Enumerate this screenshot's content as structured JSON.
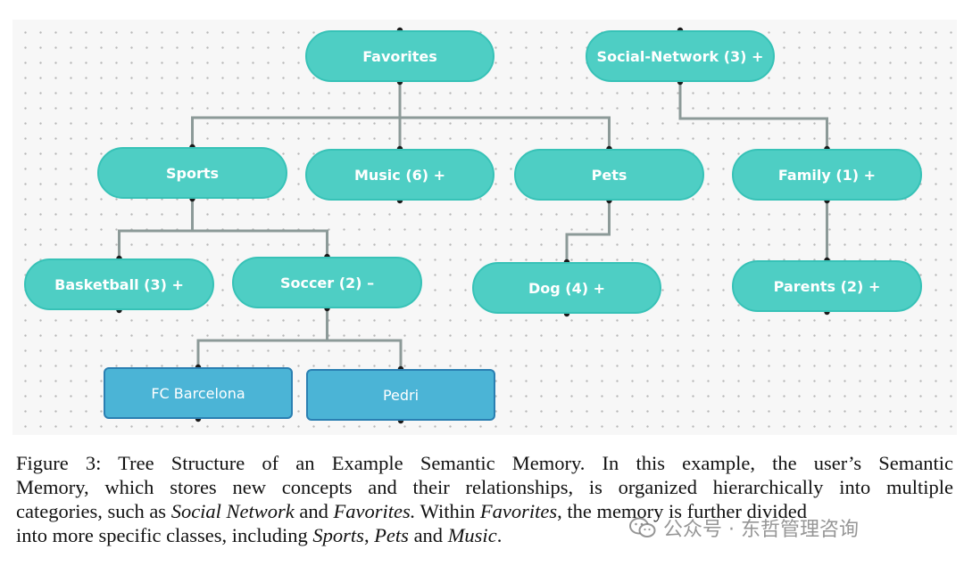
{
  "diagram": {
    "nodes": [
      {
        "id": "favorites",
        "label": "Favorites"
      },
      {
        "id": "social-network",
        "label": "Social-Network (3) +"
      },
      {
        "id": "sports",
        "label": "Sports"
      },
      {
        "id": "music",
        "label": "Music (6) +"
      },
      {
        "id": "pets",
        "label": "Pets"
      },
      {
        "id": "family",
        "label": "Family (1) +"
      },
      {
        "id": "basketball",
        "label": "Basketball (3) +"
      },
      {
        "id": "soccer",
        "label": "Soccer (2) –"
      },
      {
        "id": "dog",
        "label": "Dog (4) +"
      },
      {
        "id": "parents",
        "label": "Parents (2) +"
      },
      {
        "id": "fc-barcelona",
        "label": "FC Barcelona"
      },
      {
        "id": "pedri",
        "label": "Pedri"
      }
    ],
    "edges": [
      [
        "favorites",
        "sports"
      ],
      [
        "favorites",
        "music"
      ],
      [
        "favorites",
        "pets"
      ],
      [
        "social-network",
        "family"
      ],
      [
        "sports",
        "basketball"
      ],
      [
        "sports",
        "soccer"
      ],
      [
        "pets",
        "dog"
      ],
      [
        "family",
        "parents"
      ],
      [
        "soccer",
        "fc-barcelona"
      ],
      [
        "soccer",
        "pedri"
      ]
    ],
    "colors": {
      "node": "#4ecec4",
      "leaf": "#4bb4d6",
      "edge": "#8c9a98"
    }
  },
  "caption": {
    "line1": "Figure 3: Tree Structure of an Example Semantic Memory.  In this example, the user’s Semantic",
    "line2": "Memory, which stores new concepts and their relationships, is organized hierarchically into multiple",
    "line3_a": "categories, such as ",
    "line3_b": "Social Network",
    "line3_c": " and ",
    "line3_d": "Favorites.",
    "line3_e": " Within ",
    "line3_f": "Favorites",
    "line3_g": ", the memory is further divided",
    "line4_a": "into more specific classes, including ",
    "line4_b": "Sports",
    "line4_c": ", ",
    "line4_d": "Pets",
    "line4_e": " and ",
    "line4_f": "Music",
    "line4_g": "."
  },
  "watermark": {
    "text": "公众号 · 东哲管理咨询",
    "icon": "wechat-icon"
  }
}
